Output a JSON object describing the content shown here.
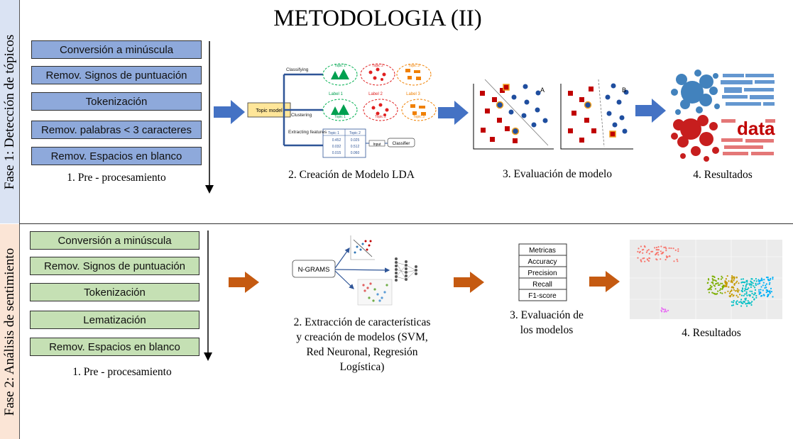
{
  "title": "METODOLOGIA (II)",
  "colors": {
    "phase1_side": "#dae3f3",
    "phase2_side": "#fbe5d6",
    "blue_step": "#8ea9db",
    "green_step": "#c5e0b4",
    "arrow_blue": "#4472c4",
    "arrow_orange": "#c55a11"
  },
  "phase1": {
    "label": "Fase 1: Detección de tópicos",
    "steps": [
      "Conversión a minúscula",
      "Remov. Signos de puntuación",
      "Tokenización",
      "Remov. palabras < 3 caracteres",
      "Remov. Espacios en blanco"
    ],
    "preprocess_caption": "1. Pre - procesamiento",
    "lda": {
      "caption": "2. Creación de Modelo LDA",
      "topic_model": "Topic model",
      "branches": [
        "Classifying",
        "Clustering",
        "Extracting features"
      ],
      "labels": [
        "Label 1",
        "Label 2",
        "Label 3"
      ],
      "topics": [
        "Topic 1",
        "Topic 2",
        "Topic 3"
      ],
      "table_headers": [
        "Topic 1",
        "Topic 2"
      ],
      "table_rows": [
        [
          "0.452",
          "0.025"
        ],
        [
          "0.032",
          "0.512"
        ],
        [
          "0.015",
          "0.060"
        ]
      ],
      "input": "Input",
      "classifier": "Classifier"
    },
    "evaluation": {
      "caption": "3. Evaluación de modelo",
      "plot_a": "A",
      "plot_b": "B"
    },
    "results": {
      "caption": "4. Resultados",
      "word": "data"
    }
  },
  "phase2": {
    "label": "Fase 2: Análisis de sentimiento",
    "steps": [
      "Conversión a minúscula",
      "Remov. Signos de puntuación",
      "Tokenización",
      "Lematización",
      "Remov. Espacios en blanco"
    ],
    "preprocess_caption": "1. Pre - procesamiento",
    "ngrams": "N-GRAMS",
    "extraction_caption": [
      "2. Extracción de características",
      "y creación de modelos (SVM,",
      "Red Neuronal, Regresión",
      "Logística)"
    ],
    "metrics": [
      "Metricas",
      "Accuracy",
      "Precision",
      "Recall",
      "F1-score"
    ],
    "evaluation_caption": [
      "3. Evaluación de",
      "los modelos"
    ],
    "results_caption": "4. Resultados"
  }
}
